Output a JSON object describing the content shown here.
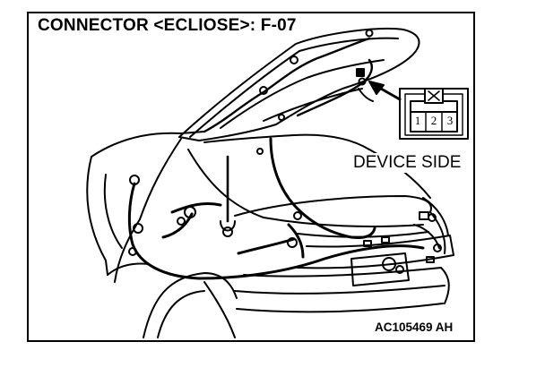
{
  "title": "CONNECTOR <ECLIOSE>: F-07",
  "device_label": "DEVICE SIDE",
  "reference_code": "AC105469 AH",
  "connector": {
    "pins": [
      "1",
      "2",
      "3"
    ]
  },
  "colors": {
    "line": "#000000",
    "background": "#ffffff"
  }
}
